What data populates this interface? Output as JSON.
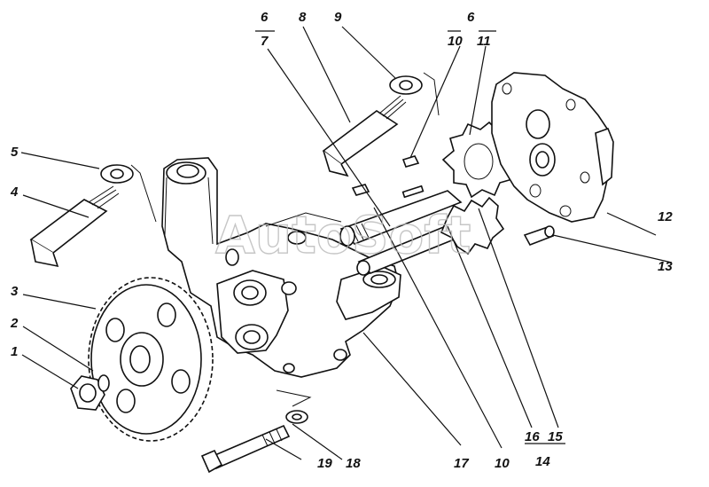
{
  "watermark": "AutoSoft",
  "callouts": {
    "c1": "1",
    "c2": "2",
    "c3": "3",
    "c4": "4",
    "c5": "5",
    "c6a": "6",
    "c7": "7",
    "c8": "8",
    "c9": "9",
    "c6b": "6",
    "c10a": "10",
    "c11": "11",
    "c12": "12",
    "c13": "13",
    "c19": "19",
    "c18": "18",
    "c17": "17",
    "c10b": "10",
    "c16": "16",
    "c15": "15",
    "c14": "14"
  }
}
